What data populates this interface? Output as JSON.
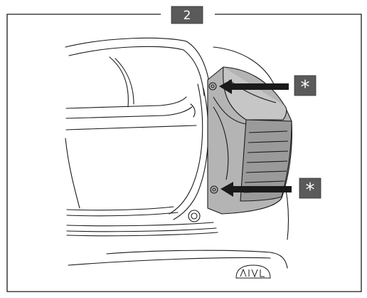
{
  "step": {
    "number": "2"
  },
  "callouts": [
    {
      "symbol": "*",
      "target": "upper-mounting-screw"
    },
    {
      "symbol": "*",
      "target": "lower-mounting-screw"
    }
  ],
  "colors": {
    "line": "#1a1a1a",
    "badge_fill": "#5a5a5a",
    "badge_text": "#ffffff",
    "part_fill": "#b4b4b4",
    "part_shade": "#9a9a9a"
  },
  "icons": {
    "callout": "asterisk-badge",
    "pointer": "arrow-left"
  }
}
